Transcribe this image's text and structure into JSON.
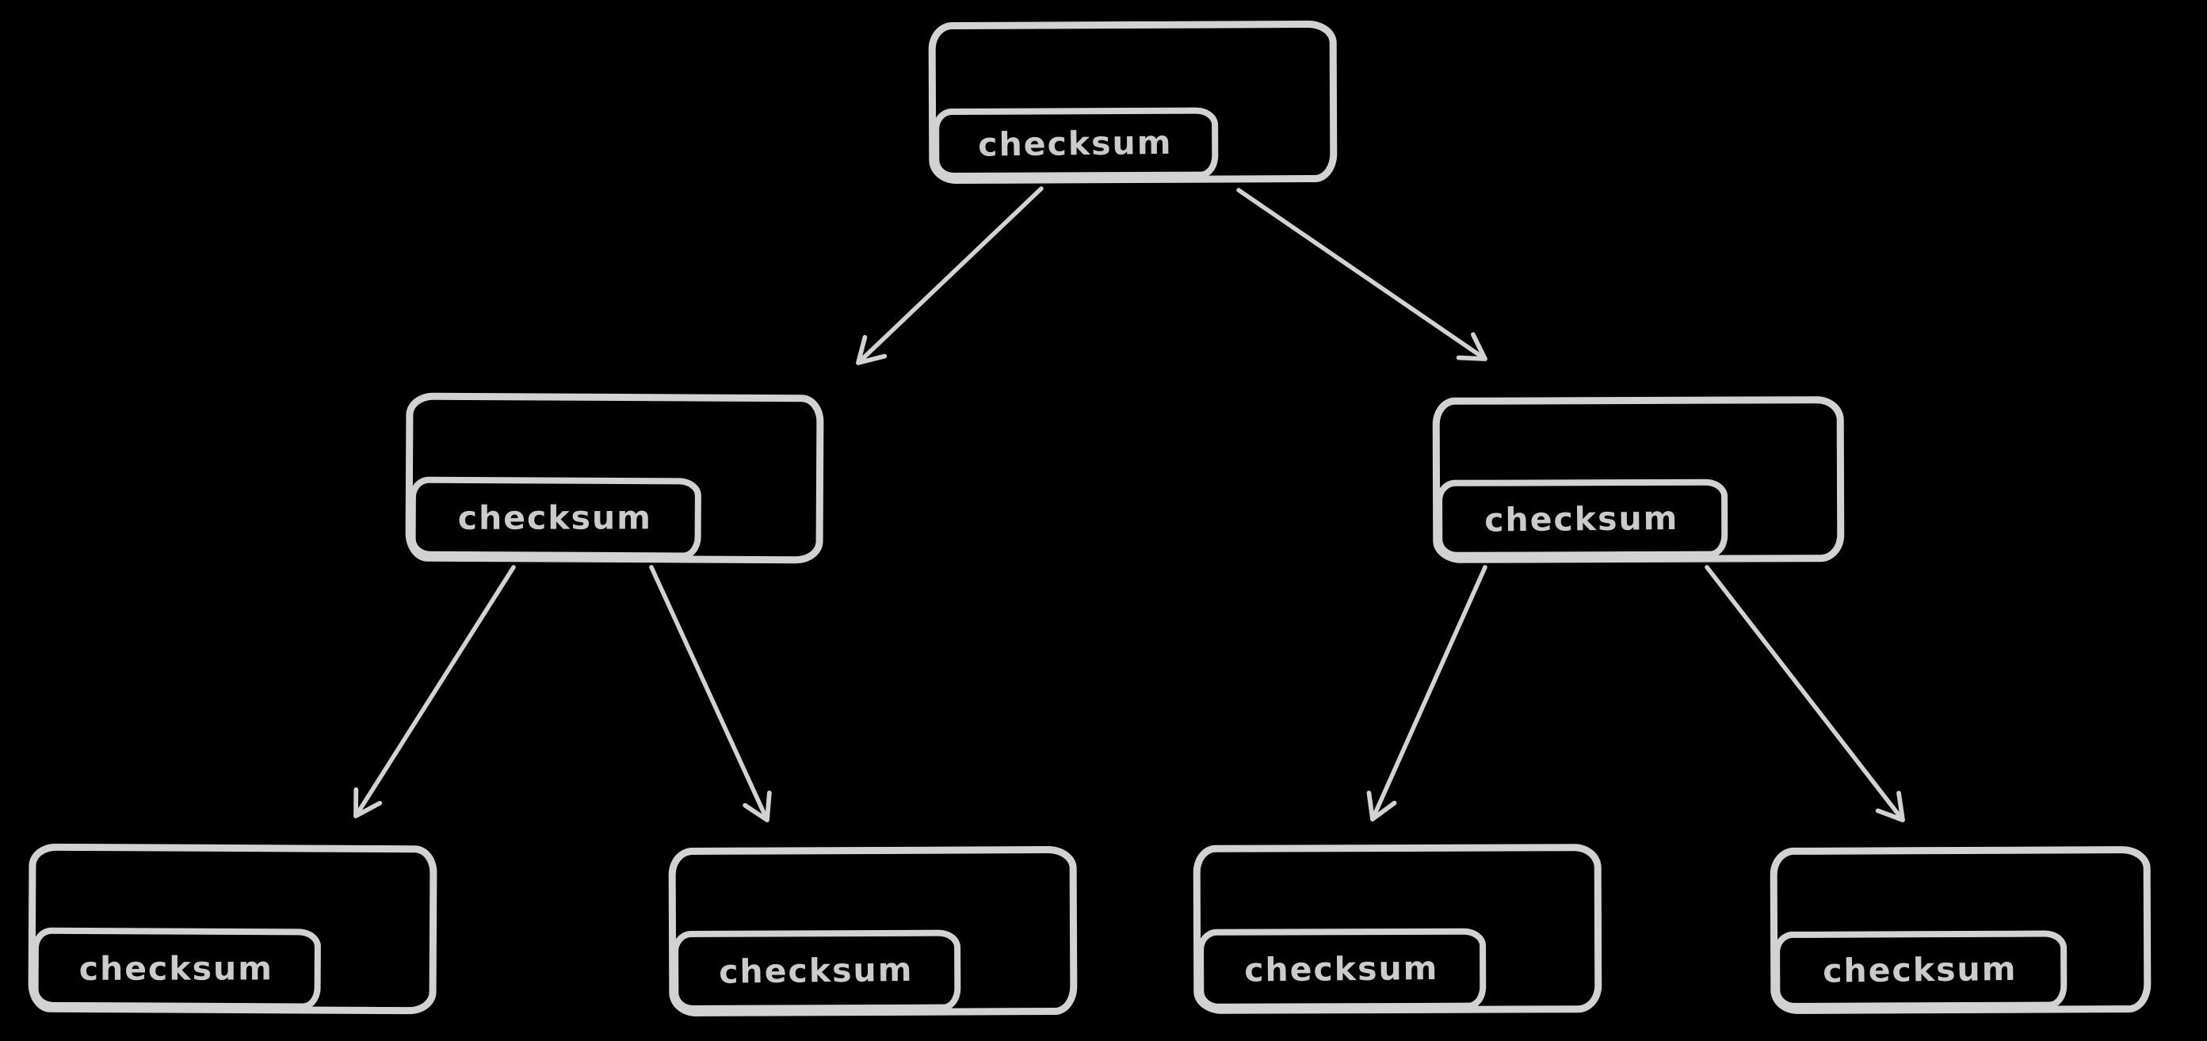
{
  "diagram": {
    "type": "tree",
    "background_color": "#000000",
    "stroke_color": "#d2d2d2",
    "text_color": "#cbcbcb",
    "nodes": [
      {
        "id": "root",
        "level": 0,
        "label": "checksum"
      },
      {
        "id": "internal-left",
        "level": 1,
        "label": "checksum"
      },
      {
        "id": "internal-right",
        "level": 1,
        "label": "checksum"
      },
      {
        "id": "leaf-1",
        "level": 2,
        "label": "checksum"
      },
      {
        "id": "leaf-2",
        "level": 2,
        "label": "checksum"
      },
      {
        "id": "leaf-3",
        "level": 2,
        "label": "checksum"
      },
      {
        "id": "leaf-4",
        "level": 2,
        "label": "checksum"
      }
    ],
    "edges": [
      {
        "from": "root",
        "to": "internal-left"
      },
      {
        "from": "root",
        "to": "internal-right"
      },
      {
        "from": "internal-left",
        "to": "leaf-1"
      },
      {
        "from": "internal-left",
        "to": "leaf-2"
      },
      {
        "from": "internal-right",
        "to": "leaf-3"
      },
      {
        "from": "internal-right",
        "to": "leaf-4"
      }
    ]
  }
}
